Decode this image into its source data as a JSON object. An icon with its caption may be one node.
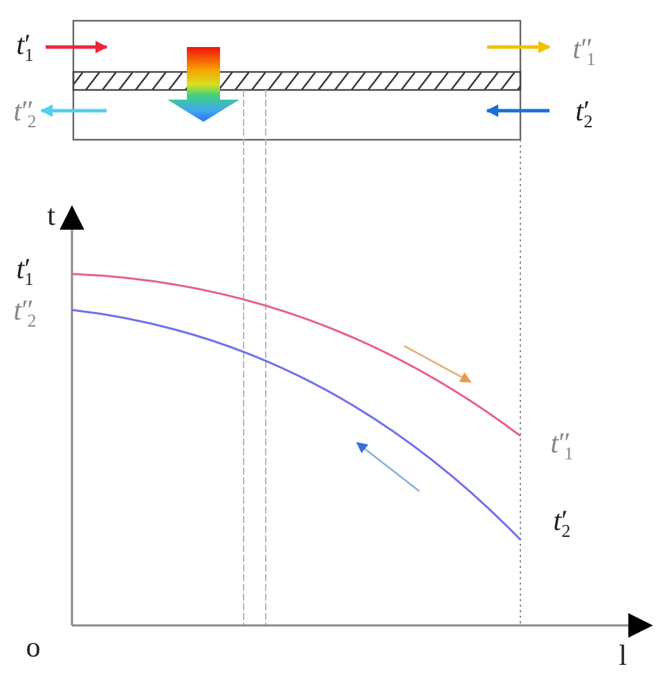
{
  "diagram": {
    "labels": [
      "*t*′$_{1}$",
      "*t*″$_{1}$",
      "*t*″$_{2}$",
      "*t*′$_{2}$",
      "t",
      "*t*′$_{1}$",
      "*t*″$_{2}$",
      "*t*″$_{1}$",
      "*t*′$_{2}$",
      "o",
      "l"
    ]
  }
}
